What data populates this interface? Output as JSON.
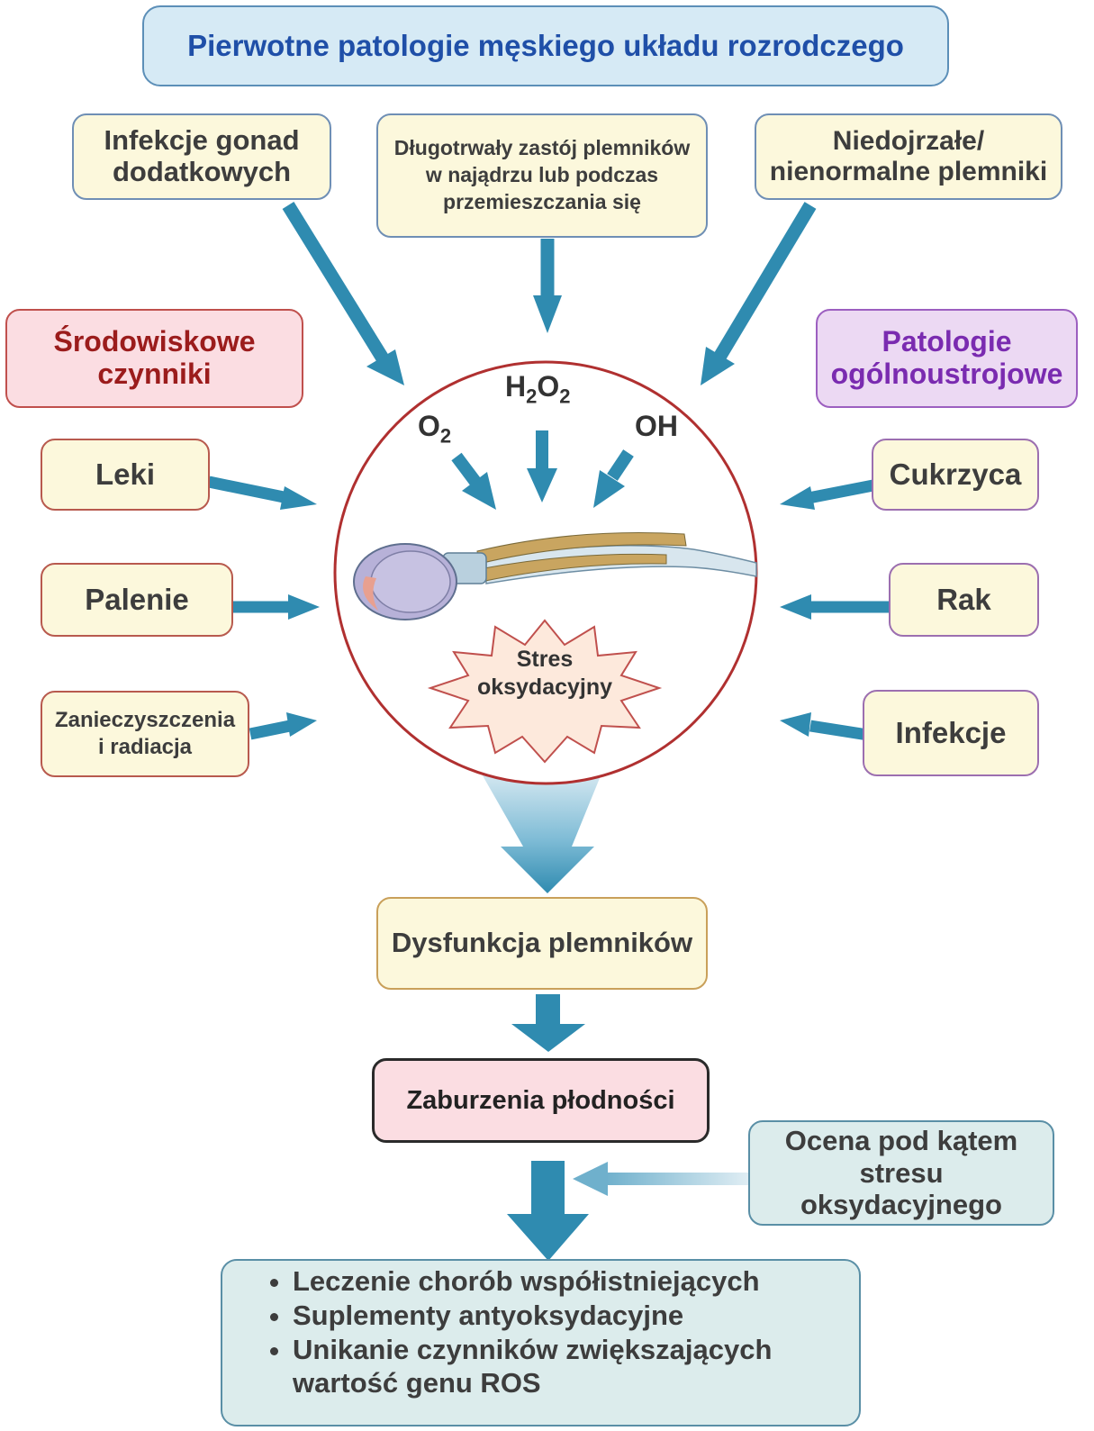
{
  "colors": {
    "arrow": "#2f8bb0",
    "title_text": "#1f4fa8",
    "env_text": "#9b1c1c",
    "systemic_text": "#7a2bb0",
    "circle_border": "#b03030"
  },
  "title": "Pierwotne patologie męskiego układu rozrodczego",
  "top_causes": {
    "infections": "Infekcje gonad dodatkowych",
    "stasis": "Długotrwały zastój plemników w najądrzu lub podczas przemieszczania się",
    "immature": "Niedojrzałe/ nienormalne plemniki"
  },
  "environmental": {
    "header": "Środowiskowe czynniki",
    "items": [
      "Leki",
      "Palenie",
      "Zanieczyszczenia i radiacja"
    ]
  },
  "systemic": {
    "header": "Patologie ogólnoustrojowe",
    "items": [
      "Cukrzyca",
      "Rak",
      "Infekcje"
    ]
  },
  "ros": {
    "o2": "O",
    "o2_sub": "2",
    "h2o2_h": "H",
    "h2o2_h_sub": "2",
    "h2o2_o": "O",
    "h2o2_o_sub": "2",
    "oh": "OH"
  },
  "stress_line1": "Stres",
  "stress_line2": "oksydacyjny",
  "dysfunction": "Dysfunkcja plemników",
  "fertility": "Zaburzenia płodności",
  "assessment": "Ocena pod kątem stresu oksydacyjnego",
  "treatments": [
    "Leczenie chorób współistniejących",
    "Suplementy antyoksydacyjne",
    "Unikanie czynników zwiększających wartość genu ROS"
  ]
}
